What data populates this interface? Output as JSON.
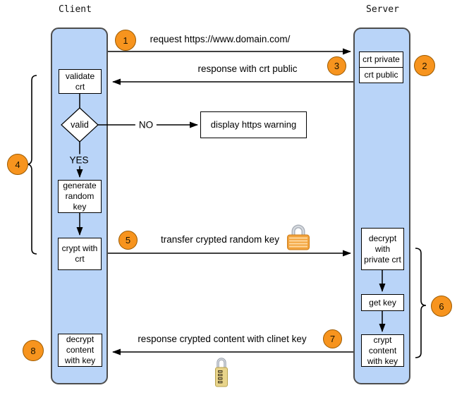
{
  "colors": {
    "accent_orange": "#f7941e",
    "accent_orange_border": "#9c5a00",
    "lane_fill": "#b9d4f8",
    "lane_border": "#4d4d4d",
    "line_black": "#000000",
    "padlock_gold": "#f2a33c",
    "combolock_gold": "#e8d48b",
    "shackle_silver": "#a9afb8"
  },
  "client": {
    "title": "Client",
    "validate_crt": "validate crt",
    "valid": "valid",
    "yes": "YES",
    "no": "NO",
    "generate_random_key": "generate random key",
    "crypt_with_crt": "crypt with crt",
    "decrypt_content_with_key": "decrypt content with key"
  },
  "server": {
    "title": "Server",
    "crt_private": "crt private",
    "crt_public": "crt public",
    "decrypt_with_private_crt": "decrypt with private crt",
    "get_key": "get key",
    "crypt_content_with_key": "crypt content with key"
  },
  "warning_box": "display https warning",
  "messages": {
    "request": "request https://www.domain.com/",
    "response_crt_public": "response with crt public",
    "transfer_crypted_random_key": "transfer crypted random key",
    "response_crypted_content": "response crypted content with clinet key"
  },
  "steps": [
    "1",
    "2",
    "3",
    "4",
    "5",
    "6",
    "7",
    "8"
  ],
  "icons": {
    "closed_padlock": "padlock-icon",
    "combination_padlock": "combination-lock-icon"
  }
}
